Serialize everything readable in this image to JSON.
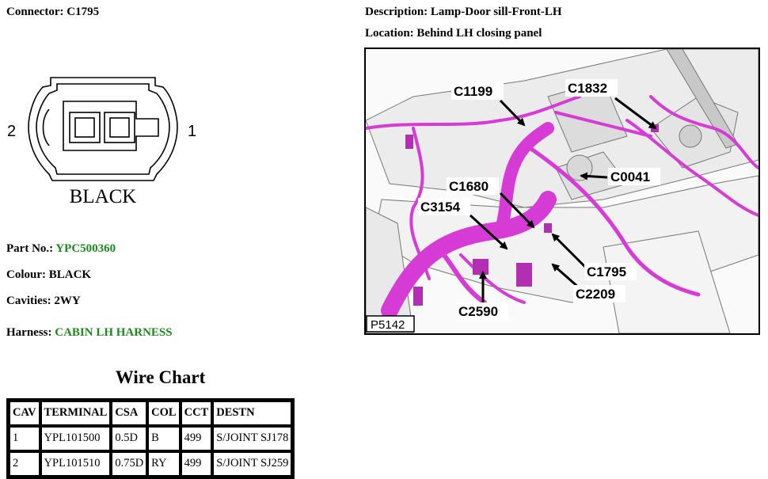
{
  "header": {
    "connector_label": "Connector: C1795",
    "description_label": "Description: Lamp-Door sill-Front-LH",
    "location_label": "Location: Behind LH closing panel"
  },
  "connector": {
    "pin_left": "2",
    "pin_right": "1",
    "colour_text": "BLACK"
  },
  "details": {
    "part_no_label": "Part No.: ",
    "part_no_value": "YPC500360",
    "colour_label": "Colour: BLACK",
    "cavities_label": "Cavities: 2WY",
    "harness_label": "Harness: ",
    "harness_value": "CABIN LH HARNESS"
  },
  "wire_chart": {
    "title": "Wire Chart",
    "columns": [
      "CAV",
      "TERMINAL",
      "CSA",
      "COL",
      "CCT",
      "DESTN"
    ],
    "rows": [
      [
        "1",
        "YPL101500",
        "0.5D",
        "B",
        "499",
        "S/JOINT SJ178"
      ],
      [
        "2",
        "YPL101510",
        "0.75D",
        "RY",
        "499",
        "S/JOINT SJ259"
      ]
    ]
  },
  "photo": {
    "ref": "P5142",
    "highlight_color": "#d63bd6",
    "callouts": {
      "c1199": "C1199",
      "c1832": "C1832",
      "c0041": "C0041",
      "c1680": "C1680",
      "c3154": "C3154",
      "c1795": "C1795",
      "c2209": "C2209",
      "c2590": "C2590"
    }
  }
}
